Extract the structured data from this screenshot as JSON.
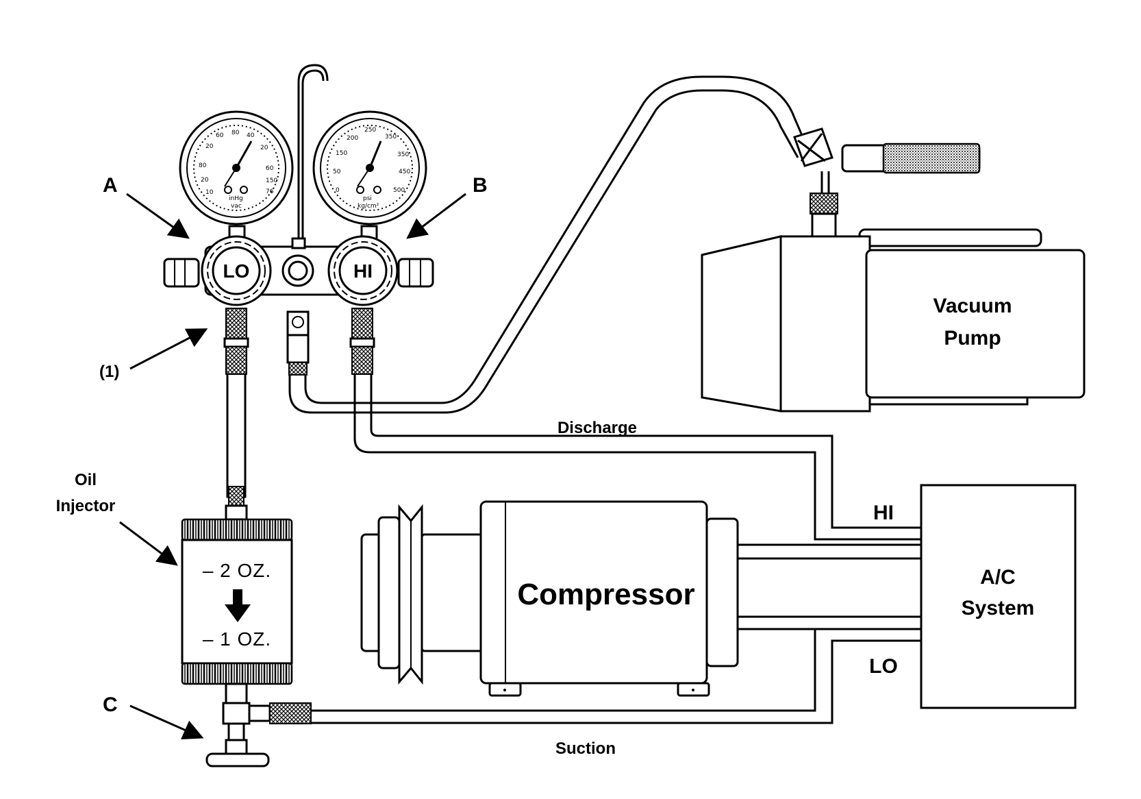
{
  "labels": {
    "a": "A",
    "b": "B",
    "c": "C",
    "one": "(1)",
    "oil_line1": "Oil",
    "oil_line2": "Injector",
    "lo_knob": "LO",
    "hi_knob": "HI",
    "oz2": "– 2 OZ.",
    "oz1": "– 1 OZ.",
    "compressor": "Compressor",
    "vacuum_line1": "Vacuum",
    "vacuum_line2": "Pump",
    "ac_line1": "A/C",
    "ac_line2": "System",
    "hi_line": "HI",
    "lo_line": "LO",
    "discharge": "Discharge",
    "suction": "Suction"
  },
  "gauges": {
    "low": {
      "scale": [
        "80",
        "60",
        "40",
        "20",
        "20",
        "60",
        "150",
        "80",
        "20",
        "76",
        "10"
      ],
      "units_1": "inHg",
      "units_2": "vac"
    },
    "high": {
      "scale": [
        "0",
        "50",
        "150",
        "200",
        "250",
        "350",
        "350",
        "450",
        "500"
      ],
      "units_1": "psi",
      "units_2": "kg/cm²"
    }
  }
}
